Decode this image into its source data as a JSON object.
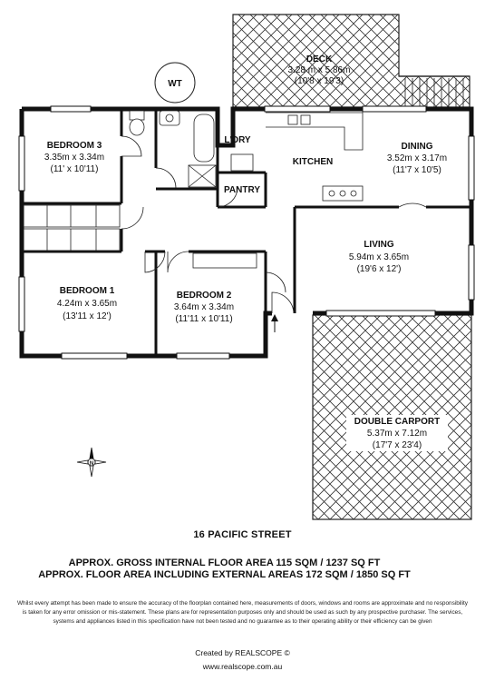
{
  "rooms": {
    "deck": {
      "name": "DECK",
      "metric": "3.28 m x 5.86m",
      "imperial": "(10'8 x 19'3)"
    },
    "wt": {
      "name": "WT"
    },
    "bedroom3": {
      "name": "BEDROOM 3",
      "metric": "3.35m x 3.34m",
      "imperial": "(11' x 10'11)"
    },
    "laundry": {
      "name": "L'DRY"
    },
    "kitchen": {
      "name": "KITCHEN"
    },
    "dining": {
      "name": "DINING",
      "metric": "3.52m x 3.17m",
      "imperial": "(11'7 x 10'5)"
    },
    "pantry": {
      "name": "PANTRY"
    },
    "living": {
      "name": "LIVING",
      "metric": "5.94m x 3.65m",
      "imperial": "(19'6 x 12')"
    },
    "bedroom1": {
      "name": "BEDROOM 1",
      "metric": "4.24m x 3.65m",
      "imperial": "(13'11 x 12')"
    },
    "bedroom2": {
      "name": "BEDROOM 2",
      "metric": "3.64m x 3.34m",
      "imperial": "(11'11 x 10'11)"
    },
    "carport": {
      "name": "DOUBLE CARPORT",
      "metric": "5.37m x 7.12m",
      "imperial": "(17'7 x 23'4)"
    }
  },
  "compass": {
    "letter": "N"
  },
  "footer": {
    "address": "16 PACIFIC STREET",
    "gross_area": "APPROX. GROSS INTERNAL FLOOR AREA 115 SQM / 1237 SQ FT",
    "total_area": "APPROX. FLOOR AREA INCLUDING EXTERNAL AREAS 172 SQM / 1850 SQ FT",
    "disclaimer": "Whilst every attempt has been made to ensure the accuracy of the floorplan contained here, measurements of doors, windows and rooms are approximate and no responsibility is taken for any error omission or mis-statement. These plans are for representation purposes only and should be used as such by any prospective purchaser. The services, systems and appliances listed in this specification have not been tested and no guarantee as to their operating ability or their efficiency can be given",
    "credit": "Created by REALSCOPE ©",
    "website": "www.realscope.com.au"
  }
}
